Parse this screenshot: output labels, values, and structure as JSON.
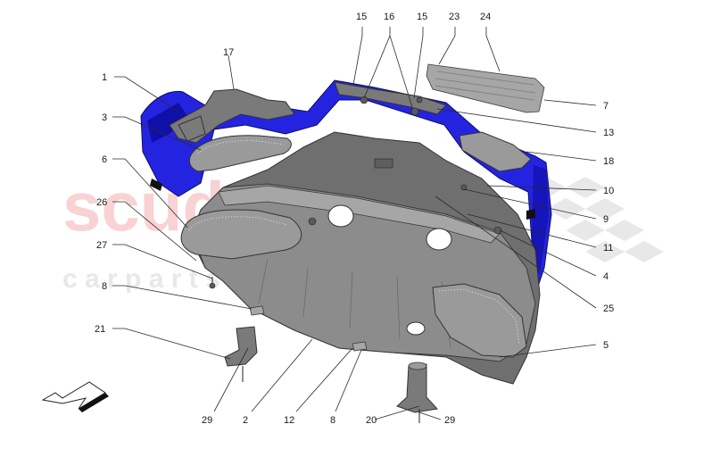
{
  "watermark": {
    "brand": "scuderia",
    "sub": "c a r   p a r t s",
    "color": "#e8353b"
  },
  "colors": {
    "bumper": "#2424e0",
    "undertray": "#8c8c8c"
  },
  "callouts": {
    "c1": "1",
    "c2": "2",
    "c3": "3",
    "c4": "4",
    "c5": "5",
    "c6": "6",
    "c7": "7",
    "c8a": "8",
    "c8b": "8",
    "c9": "9",
    "c10": "10",
    "c11": "11",
    "c12": "12",
    "c13": "13",
    "c15a": "15",
    "c15b": "15",
    "c16": "16",
    "c17": "17",
    "c18": "18",
    "c20": "20",
    "c21": "21",
    "c23": "23",
    "c24": "24",
    "c25": "25",
    "c26": "26",
    "c27": "27",
    "c29a": "29",
    "c29b": "29"
  },
  "orientation_icon": "direction-arrow-icon"
}
